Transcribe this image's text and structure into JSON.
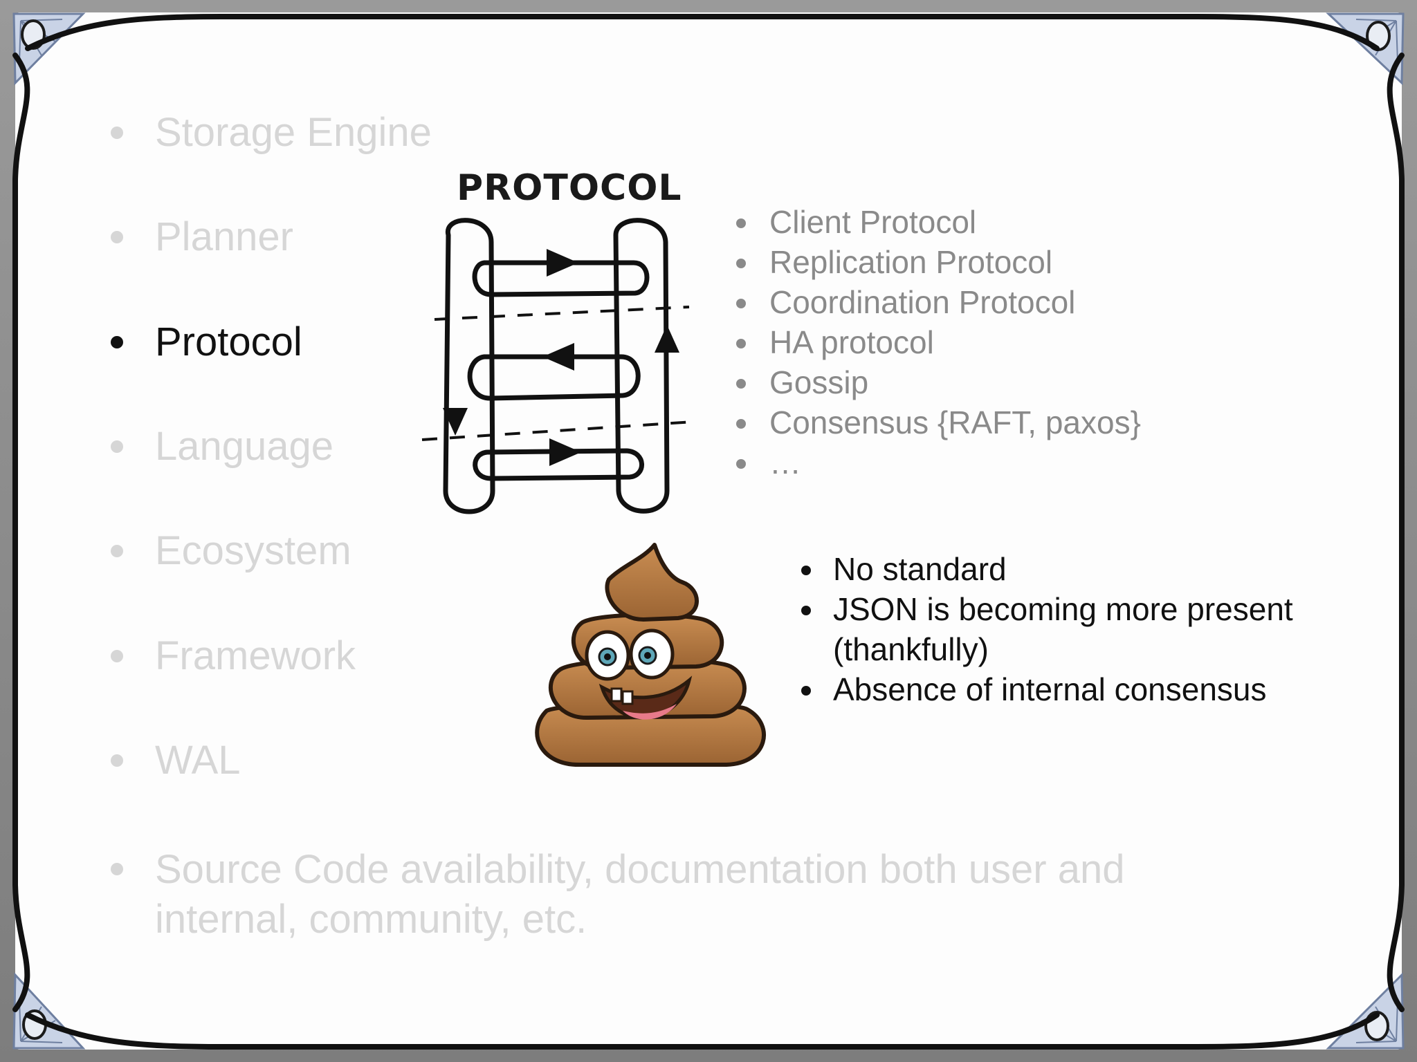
{
  "topics": [
    {
      "label": "Storage Engine",
      "active": false
    },
    {
      "label": "Planner",
      "active": false
    },
    {
      "label": "Protocol",
      "active": true
    },
    {
      "label": "Language",
      "active": false
    },
    {
      "label": "Ecosystem",
      "active": false
    },
    {
      "label": "Framework",
      "active": false
    },
    {
      "label": "WAL",
      "active": false
    }
  ],
  "source_code": "Source Code availability, documentation both user and internal, community, etc.",
  "diagram": {
    "title": "PROTOCOL",
    "icon": "ladder-protocol-diagram"
  },
  "protocol_types": [
    "Client Protocol",
    "Replication Protocol",
    "Coordination Protocol",
    "HA protocol",
    "Gossip",
    "Consensus {RAFT, paxos}",
    "…"
  ],
  "notes": [
    "No standard",
    "JSON is becoming more present (thankfully)",
    "Absence of internal consensus"
  ],
  "mascot": {
    "icon": "smiling-poop-emoji"
  },
  "colors": {
    "faded_text": "#d6d6d6",
    "muted_text": "#8a8a8a",
    "active_text": "#111111",
    "frame": "#111111",
    "corner_accent": "#6e7fa0"
  }
}
